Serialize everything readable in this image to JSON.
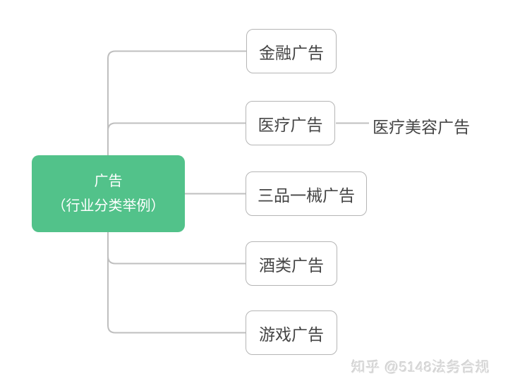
{
  "diagram": {
    "root": {
      "title": "广告",
      "subtitle": "（行业分类举例）"
    },
    "children": [
      {
        "label": "金融广告"
      },
      {
        "label": "医疗广告",
        "children": [
          {
            "label": "医疗美容广告"
          }
        ]
      },
      {
        "label": "三品一械广告"
      },
      {
        "label": "酒类广告"
      },
      {
        "label": "游戏广告"
      }
    ]
  },
  "watermark": {
    "text": "知乎 @5148法务合规"
  },
  "colors": {
    "root_fill": "#52c28a",
    "root_text": "#ffffff",
    "node_border": "#b5b5b5",
    "node_text": "#454545",
    "line": "#bfbfbf",
    "watermark": "#dcdcdc"
  }
}
